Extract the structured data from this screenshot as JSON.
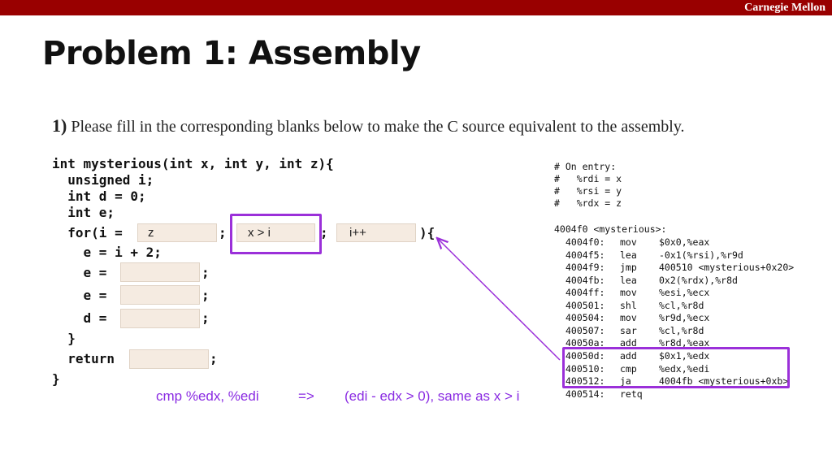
{
  "header": {
    "brand": "Carnegie Mellon"
  },
  "slide": {
    "title": "Problem 1: Assembly"
  },
  "question": {
    "number": "1)",
    "text": "Please fill in the corresponding blanks below to make the C source equivalent to the assembly."
  },
  "c_code": {
    "line1": "int mysterious(int x, int y, int z){",
    "line2": "  unsigned i;",
    "line3": "  int d = 0;",
    "line4": "  int e;",
    "line5_a": "  for(i = ",
    "line5_sep1": ";",
    "line5_sep2": ";",
    "line5_end": "){",
    "line6": "    e = i + 2;",
    "line7": "    e = ",
    "line8": "    e = ",
    "line9": "    d = ",
    "semicolon": ";",
    "line10": "  }",
    "line11": "  return ",
    "line12": "}"
  },
  "blanks": {
    "init": "z",
    "condition": "x > i",
    "increment": "i++",
    "e1": "",
    "e2": "",
    "d": "",
    "ret": ""
  },
  "assembly": {
    "entry_comments": [
      "# On entry:",
      "#   %rdi = x",
      "#   %rsi = y",
      "#   %rdx = z"
    ],
    "func_label": "4004f0 <mysterious>:",
    "lines": [
      {
        "addr": "4004f0:",
        "op": "mov",
        "args": "$0x0,%eax"
      },
      {
        "addr": "4004f5:",
        "op": "lea",
        "args": "-0x1(%rsi),%r9d"
      },
      {
        "addr": "4004f9:",
        "op": "jmp",
        "args": "400510 <mysterious+0x20>"
      },
      {
        "addr": "4004fb:",
        "op": "lea",
        "args": "0x2(%rdx),%r8d"
      },
      {
        "addr": "4004ff:",
        "op": "mov",
        "args": "%esi,%ecx"
      },
      {
        "addr": "400501:",
        "op": "shl",
        "args": "%cl,%r8d"
      },
      {
        "addr": "400504:",
        "op": "mov",
        "args": "%r9d,%ecx"
      },
      {
        "addr": "400507:",
        "op": "sar",
        "args": "%cl,%r8d"
      },
      {
        "addr": "40050a:",
        "op": "add",
        "args": "%r8d,%eax"
      },
      {
        "addr": "40050d:",
        "op": "add",
        "args": "$0x1,%edx"
      },
      {
        "addr": "400510:",
        "op": "cmp",
        "args": "%edx,%edi"
      },
      {
        "addr": "400512:",
        "op": "ja",
        "args": "4004fb <mysterious+0xb>"
      },
      {
        "addr": "400514:",
        "op": "retq",
        "args": ""
      }
    ]
  },
  "annotation": {
    "left": "cmp %edx, %edi",
    "arrow": "=>",
    "right": "(edi - edx > 0), same as x > i"
  },
  "colors": {
    "topbar": "#990000",
    "highlight": "#9b30d9",
    "annotation": "#8a2be2",
    "blank_fill": "#f5ebe1"
  }
}
